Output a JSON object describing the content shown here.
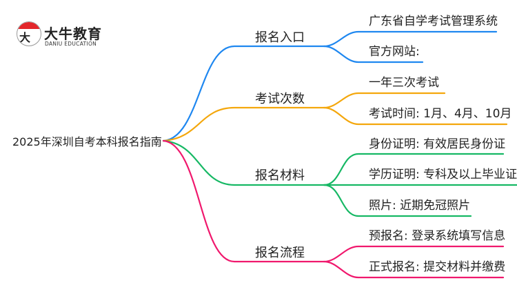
{
  "logo": {
    "name": "大牛教育",
    "sub": "DANIU EDUCATION",
    "badge_char": "大牛"
  },
  "root": {
    "label": "2025年深圳自考本科报名指南"
  },
  "colors": {
    "blue": "#1e87f0",
    "orange": "#f4a70c",
    "green": "#16b864",
    "pink": "#f0186d"
  },
  "branches": [
    {
      "label": "报名入口",
      "leaves": [
        "广东省自学考试管理系统",
        "官方网站:"
      ]
    },
    {
      "label": "考试次数",
      "leaves": [
        "一年三次考试",
        "考试时间: 1月、4月、10月"
      ]
    },
    {
      "label": "报名材料",
      "leaves": [
        "身份证明: 有效居民身份证",
        "学历证明: 专科及以上毕业证",
        "照片: 近期免冠照片"
      ]
    },
    {
      "label": "报名流程",
      "leaves": [
        "预报名: 登录系统填写信息",
        "正式报名: 提交材料并缴费"
      ]
    }
  ]
}
